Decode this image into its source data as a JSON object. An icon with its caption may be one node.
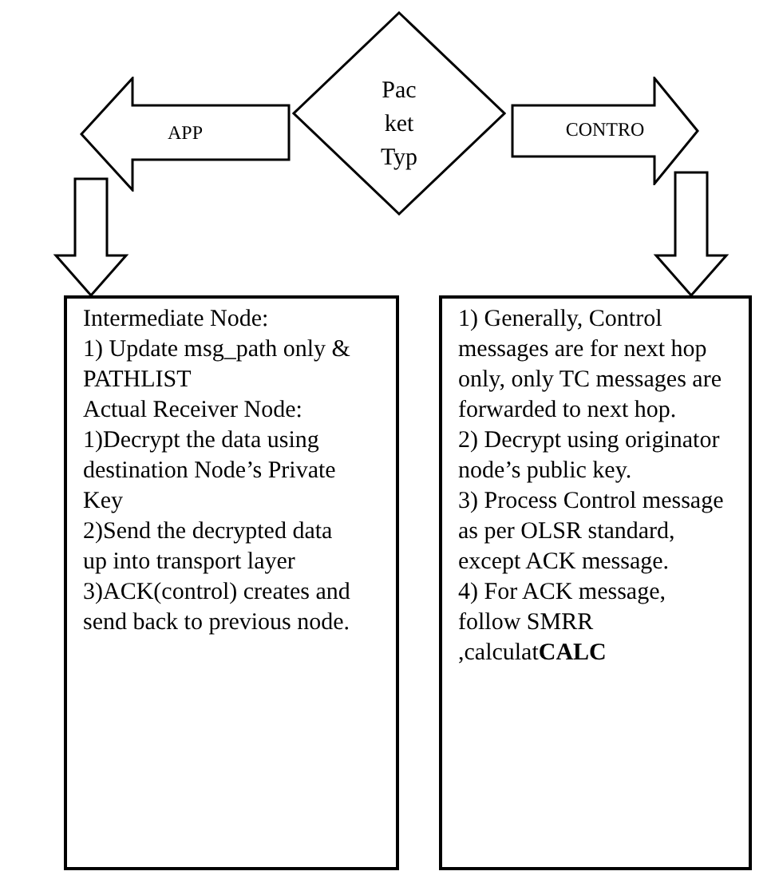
{
  "diagram": {
    "nodes": [
      {
        "text": [
          "Pac ket Typ"
        ]
      },
      {
        "text": [
          "APP"
        ]
      },
      {
        "text": [
          "CONTRO"
        ]
      },
      {
        "text": [
          "Intermediate Node:",
          "1) Update msg_path only & PATHLIST",
          "Actual Receiver Node:",
          "1)Decrypt the data using destination Node’s Private Key",
          "2)Send the decrypted data up into transport layer",
          "3)ACK(control) creates and send back to previous node."
        ]
      },
      {
        "text": [
          "1) Generally, Control messages are for next hop only, only TC messages are forwarded to next hop.",
          "2) Decrypt using originator node’s public key.",
          "3) Process Control message as per OLSR standard, except ACK message.",
          "4) For ACK message, follow SMRR ,calculat**CALC**"
        ]
      }
    ],
    "edges": [
      {
        "from": 1,
        "to": 3,
        "arrow": "to"
      },
      {
        "from": 2,
        "to": 4,
        "arrow": "to"
      }
    ]
  }
}
